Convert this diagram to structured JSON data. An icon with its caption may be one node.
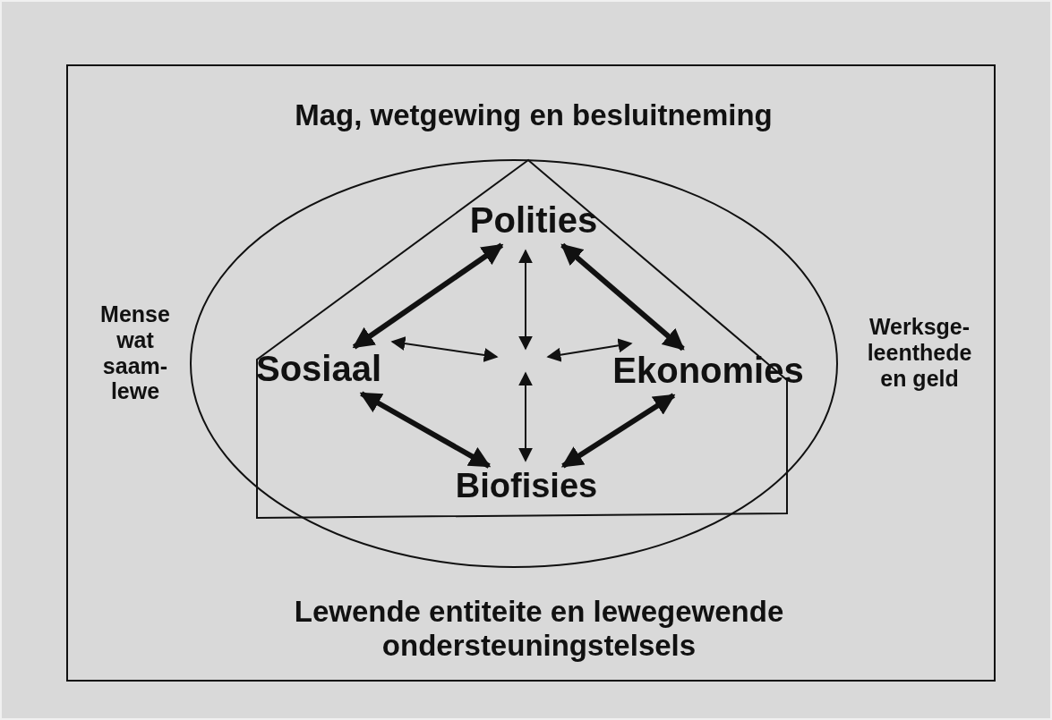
{
  "diagram": {
    "nodes": [
      {
        "text": [
          "Mag, wetgewing en besluitneming",
          "Mense wat saam-lewe",
          "Werksge-leenthede en geld",
          "Lewende entiteite en lewegewende ondersteuningstelsels"
        ]
      },
      {
        "text": [
          "Polities"
        ],
        "in": 0
      },
      {
        "text": [
          "Sosiaal"
        ],
        "in": 0
      },
      {
        "text": [
          "Ekonomies"
        ],
        "in": 0
      },
      {
        "text": [
          "Biofisies"
        ],
        "in": 0
      }
    ],
    "edges": [
      {
        "from": 1,
        "to": 2,
        "arrow": "both",
        "style": "thick"
      },
      {
        "from": 1,
        "to": 3,
        "arrow": "both",
        "style": "thick"
      },
      {
        "from": 2,
        "to": 4,
        "arrow": "both",
        "style": "thick"
      },
      {
        "from": 3,
        "to": 4,
        "arrow": "both",
        "style": "thick"
      },
      {
        "from": null,
        "to": 1,
        "arrow": "both"
      },
      {
        "from": null,
        "to": 2,
        "arrow": "both"
      },
      {
        "from": null,
        "to": 3,
        "arrow": "both"
      },
      {
        "from": null,
        "to": 4,
        "arrow": "both"
      }
    ]
  }
}
